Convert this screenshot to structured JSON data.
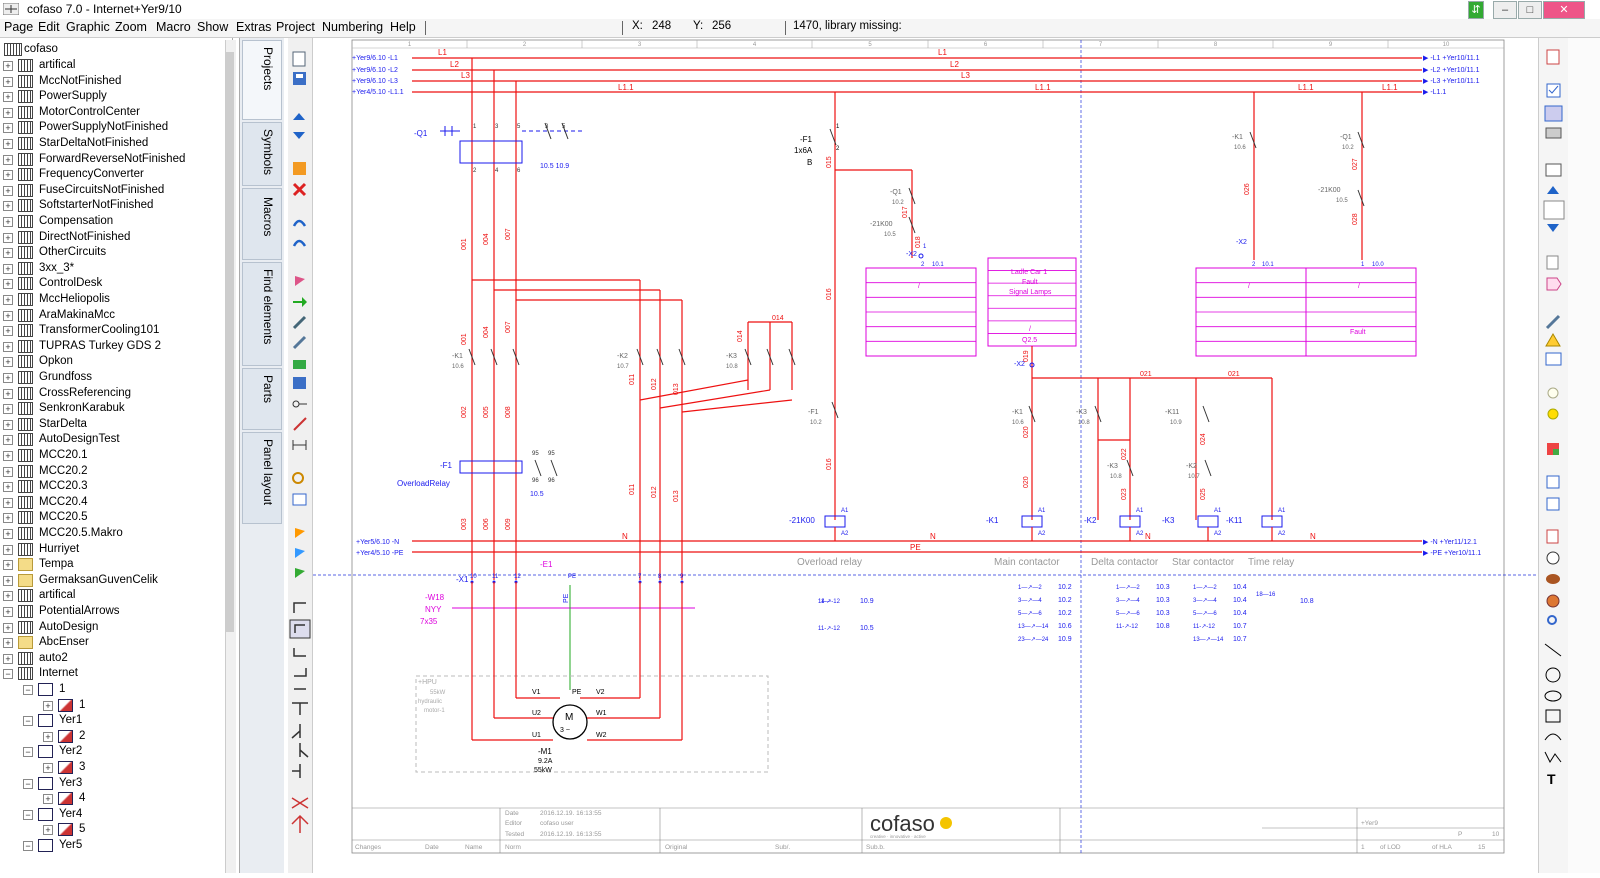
{
  "window": {
    "title": "cofaso 7.0 - Internet+Yer9/10"
  },
  "menu": {
    "items": [
      "Page",
      "Edit",
      "Graphic",
      "Zoom",
      "Macro",
      "Show",
      "Extras",
      "Project",
      "Numbering",
      "Help"
    ],
    "x_label": "X:",
    "x_value": "248",
    "y_label": "Y:",
    "y_value": "256",
    "status": "1470, library missing:"
  },
  "tree": {
    "root": "cofaso",
    "items": [
      "artifical",
      "MccNotFinished",
      "PowerSupply",
      "MotorControlCenter",
      "PowerSupplyNotFinished",
      "StarDeltaNotFinished",
      "ForwardReverseNotFinished",
      "FrequencyConverter",
      "FuseCircuitsNotFinished",
      "SoftstarterNotFinished",
      "Compensation",
      "DirectNotFinished",
      "OtherCircuits",
      "3xx_3*",
      "ControlDesk",
      "MccHeliopolis",
      "AraMakinaMcc",
      "TransformerCooling101",
      "TUPRAS Turkey GDS 2",
      "Opkon",
      "Grundfoss",
      "CrossReferencing",
      "SenkronKarabuk",
      "StarDelta",
      "AutoDesignTest",
      "MCC20.1",
      "MCC20.2",
      "MCC20.3",
      "MCC20.4",
      "MCC20.5",
      "MCC20.5.Makro",
      "Hurriyet",
      "Tempa",
      "GermaksanGuvenCelik",
      "artifical",
      "PotentialArrows",
      "AutoDesign",
      "AbcEnser",
      "auto2",
      "Internet"
    ],
    "children": [
      "1",
      "1",
      "Yer1",
      "2",
      "Yer2",
      "3",
      "Yer3",
      "4",
      "Yer4",
      "5",
      "Yer5"
    ]
  },
  "side_tabs": [
    "Projects",
    "Symbols",
    "Macros",
    "Find elements",
    "Parts",
    "Panel layout"
  ],
  "schematic": {
    "column_numbers": [
      "1",
      "2",
      "3",
      "4",
      "5",
      "6",
      "7",
      "8",
      "9",
      "10"
    ],
    "bus": {
      "left_refs": [
        "+Yer9/6.10 -L1",
        "+Yer9/6.10 -L2",
        "+Yer9/6.10 -L3",
        "+Yer4/5.10 -L1.1"
      ],
      "right_refs": [
        "-L1 +Yer10/11.1",
        "-L2 +Yer10/11.1",
        "-L3 +Yer10/11.1",
        "-L1.1"
      ],
      "labels": [
        "L1",
        "L2",
        "L3",
        "L1.1"
      ],
      "bottom_left": [
        "+Yer5/6.10 -N",
        "+Yer4/5.10 -PE"
      ],
      "bottom_right": [
        "-N +Yer11/12.1",
        "-PE +Yer10/11.1"
      ],
      "bottom_labels": [
        "N",
        "PE"
      ]
    },
    "devices": {
      "q1": "-Q1",
      "q1_ref": "10.5 10.9",
      "f1_fuse": "-F1",
      "f1_rating": "1x6A",
      "f1_type": "B",
      "k1": "-K1",
      "k1_ref": "10.6",
      "k2": "-K2",
      "k2_ref": "10.7",
      "k3": "-K3",
      "k3_ref": "10.8",
      "f1_ol": "-F1",
      "f1_ol_name": "OverloadRelay",
      "f1_ol_ref": "10.5",
      "x1": "-X1",
      "e1": "-E1",
      "w18": "-W18",
      "cable_type": "NYY",
      "cable_size": "7x35",
      "hpu": "+HPU",
      "hpu_power": "55kW",
      "hpu_desc": "hydraulic",
      "hpu_motor": "motor-1",
      "m1": "-M1",
      "m1_amp": "9.2A",
      "m1_kw": "55kW",
      "motor_letter": "M",
      "motor_phase": "3 ~",
      "k21": "-21K00",
      "x2": "-X2",
      "k11": "-K11"
    },
    "wires": [
      "001",
      "004",
      "007",
      "002",
      "005",
      "008",
      "003",
      "006",
      "009",
      "011",
      "012",
      "013",
      "014",
      "015",
      "016",
      "017",
      "018",
      "019",
      "020",
      "021",
      "022",
      "023",
      "024",
      "025",
      "026",
      "027",
      "028"
    ],
    "terminals": [
      "10",
      "11",
      "12",
      "7",
      "8",
      "9",
      "PE"
    ],
    "lamp_text": [
      "Ladle Car 1",
      "Fault",
      "Signal Lamps"
    ],
    "lamp_ref": "Q2.5",
    "fault_label": "Fault",
    "section_titles": [
      "Overload relay",
      "Main contactor",
      "Delta contactor",
      "Star contactor",
      "Time relay"
    ],
    "xref_ol": [
      "10.9",
      "10.5"
    ],
    "xref_main": [
      "10.2",
      "10.2",
      "10.2",
      "10.6",
      "10.9"
    ],
    "xref_delta": [
      "10.3",
      "10.3",
      "10.3",
      "10.8"
    ],
    "xref_star": [
      "10.4",
      "10.4",
      "10.4",
      "10.7",
      "10.7"
    ],
    "xref_time": [
      "10.8"
    ],
    "misc_refs": [
      "10.1",
      "10.0",
      "10.2",
      "10.5",
      "10.6",
      "10.7",
      "10.8",
      "10.9"
    ]
  },
  "title_block": {
    "date_label": "Date",
    "date_value": "2016.12.19. 16:13:55",
    "editor_label": "Editor",
    "editor_value": "cofaso user",
    "tested_label": "Tested",
    "tested_value": "2016.12.19. 16:13:55",
    "logo": "cofaso",
    "logo_tagline": "creative · innovative · active",
    "cols": [
      "Changes",
      "Date",
      "Name",
      "Norm",
      "Original",
      "Sub/.",
      "Sub.b."
    ],
    "page_ref": "+Yer9",
    "page_num": "10",
    "of_lod": "of LOD",
    "of_hla": "of HLA",
    "sheet": "15",
    "p_label": "P",
    "one": "1"
  },
  "colors": {
    "power": "#ee1111",
    "control": "#ee1111",
    "ref": "#1a1aee",
    "lamp": "#dd00dd",
    "grid": "#888888",
    "ghost": "#999999"
  }
}
